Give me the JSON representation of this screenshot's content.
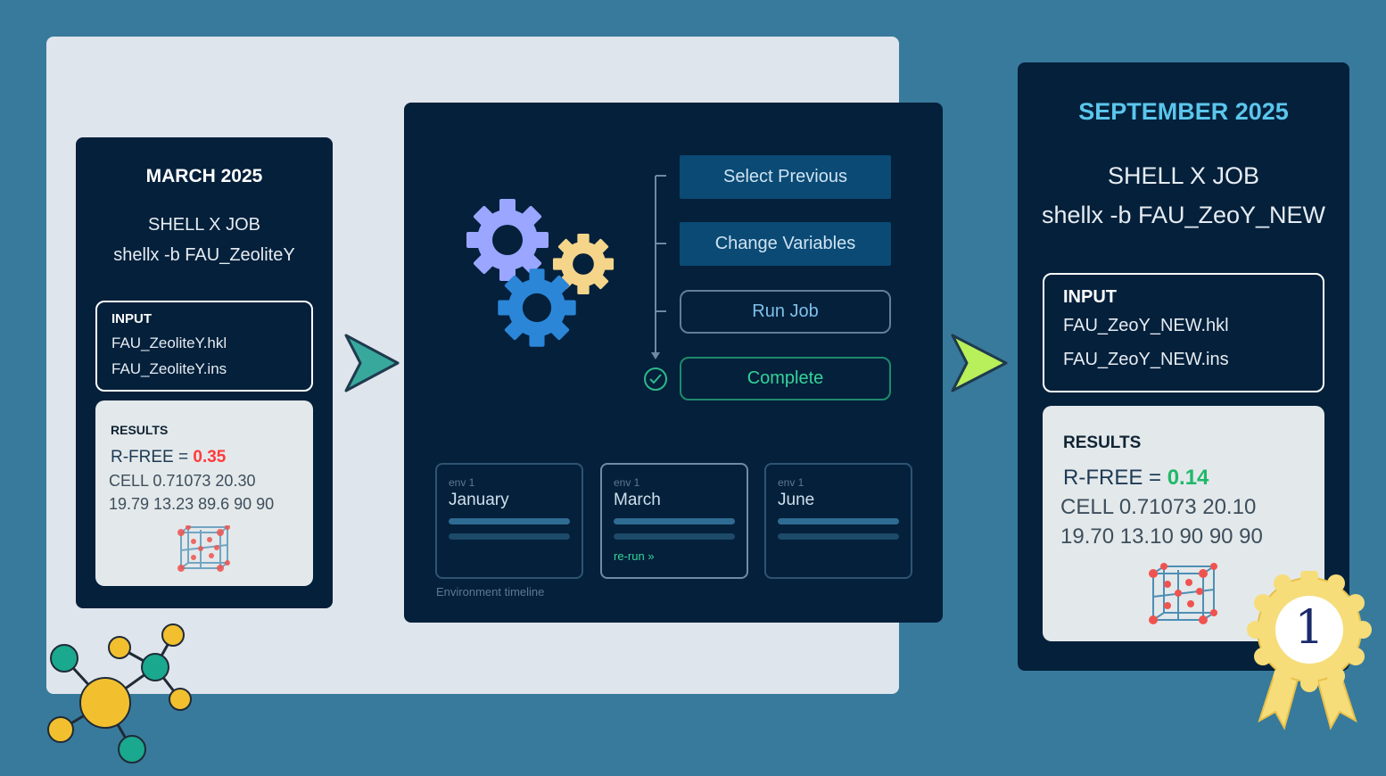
{
  "colors": {
    "background": "#387a9c",
    "rfree_bad": "#ff3b3b",
    "rfree_good": "#1fb86a",
    "accent_title": "#5bc6ec",
    "complete_green": "#34d399"
  },
  "before": {
    "title": "MARCH 2025",
    "job_title": "SHELL X JOB",
    "command": "shellx -b FAU_ZeoliteY",
    "input_label": "INPUT",
    "input_files": [
      "FAU_ZeoliteY.hkl",
      "FAU_ZeoliteY.ins"
    ],
    "results_label": "RESULTS",
    "rfree_label": "R-FREE = ",
    "rfree_value": "0.35",
    "cell_line1": "CELL 0.71073  20.30",
    "cell_line2": "19.79 13.23  89.6 90 90",
    "structure_icon": "crystal-structure-icon"
  },
  "workflow": {
    "icon": "gears-icon",
    "steps": [
      {
        "label": "Select Previous"
      },
      {
        "label": "Change Variables"
      },
      {
        "label": "Run Job"
      },
      {
        "label": "Complete"
      }
    ],
    "environments": [
      {
        "tag": "env 1",
        "name": "January"
      },
      {
        "tag": "env 1",
        "name": "March",
        "action": "re-run"
      },
      {
        "tag": "env 1",
        "name": "June"
      }
    ],
    "timeline_caption": "Environment timeline"
  },
  "after": {
    "title": "SEPTEMBER 2025",
    "job_title": "SHELL X JOB",
    "command": "shellx -b FAU_ZeoY_NEW",
    "input_label": "INPUT",
    "input_files": [
      "FAU_ZeoY_NEW.hkl",
      "FAU_ZeoY_NEW.ins"
    ],
    "results_label": "RESULTS",
    "rfree_label": "R-FREE = ",
    "rfree_value": "0.14",
    "cell_line1": "CELL 0.71073  20.10",
    "cell_line2": "19.70 13.10  90 90 90",
    "structure_icon": "crystal-structure-icon",
    "award_label": "1",
    "award_icon": "award-ribbon-icon"
  }
}
